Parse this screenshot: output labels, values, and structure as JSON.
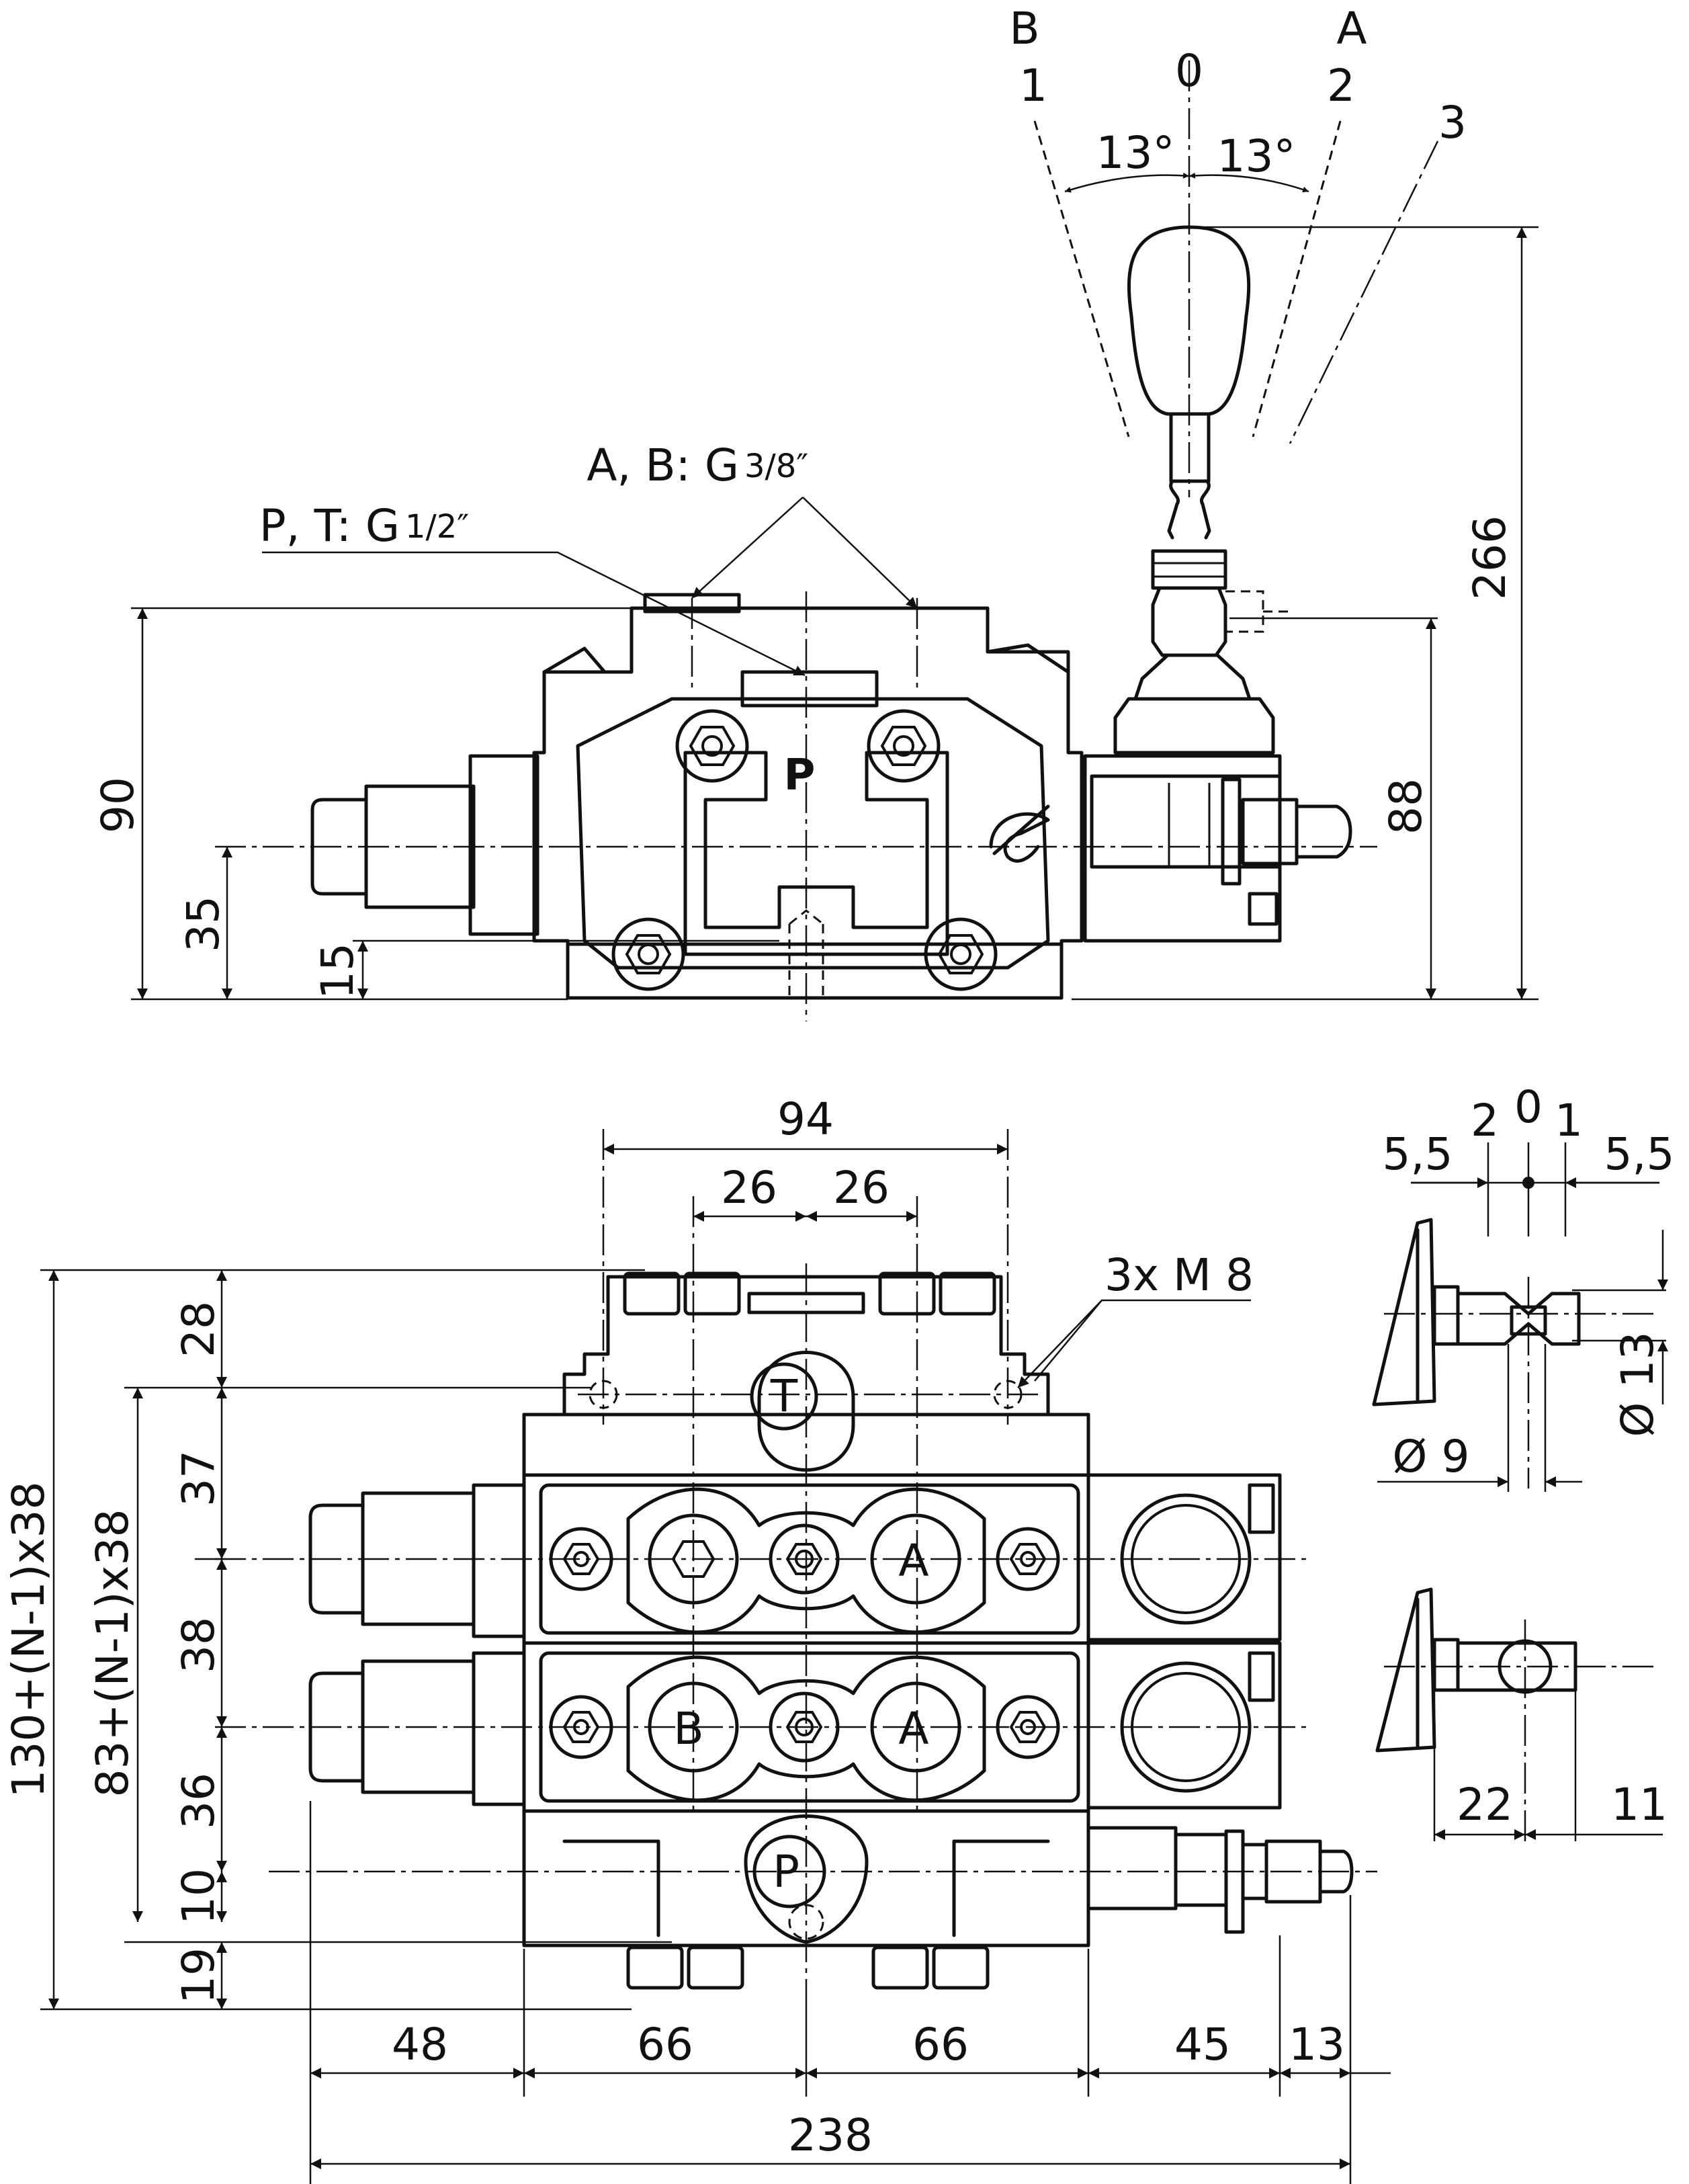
{
  "positions": {
    "b": "B",
    "a": "A",
    "p1": "1",
    "p0": "0",
    "p2": "2",
    "p3": "3"
  },
  "angles": {
    "left": "13°",
    "right": "13°"
  },
  "threads": {
    "ab_main": "A, B: G ",
    "ab_frac": "3/8″",
    "pt_main": "P, T: G ",
    "pt_frac": "1/2″",
    "mount": "3x M 8"
  },
  "port_letters": {
    "top_p": "P",
    "t": "T",
    "a1": "A",
    "b2": "B",
    "a2": "A",
    "p_bottom": "P"
  },
  "side_dims": {
    "h90": "90",
    "h35": "35",
    "h15": "15",
    "h88": "88",
    "h266": "266"
  },
  "plan_dims": {
    "w94": "94",
    "w26a": "26",
    "w26b": "26",
    "v28": "28",
    "v37": "37",
    "v38": "38",
    "v36": "36",
    "v10": "10",
    "v19": "19",
    "formula_outer": "130+(N-1)x38",
    "formula_inner": "83+(N-1)x38",
    "b48": "48",
    "b66a": "66",
    "b66b": "66",
    "b45": "45",
    "b13": "13",
    "total": "238"
  },
  "detail_dims": {
    "d55l": "5,5",
    "d2": "2",
    "d0": "0",
    "d1": "1",
    "d55r": "5,5",
    "dia9": "Ø 9",
    "dia13": "Ø 13",
    "d22": "22",
    "d11": "11"
  }
}
